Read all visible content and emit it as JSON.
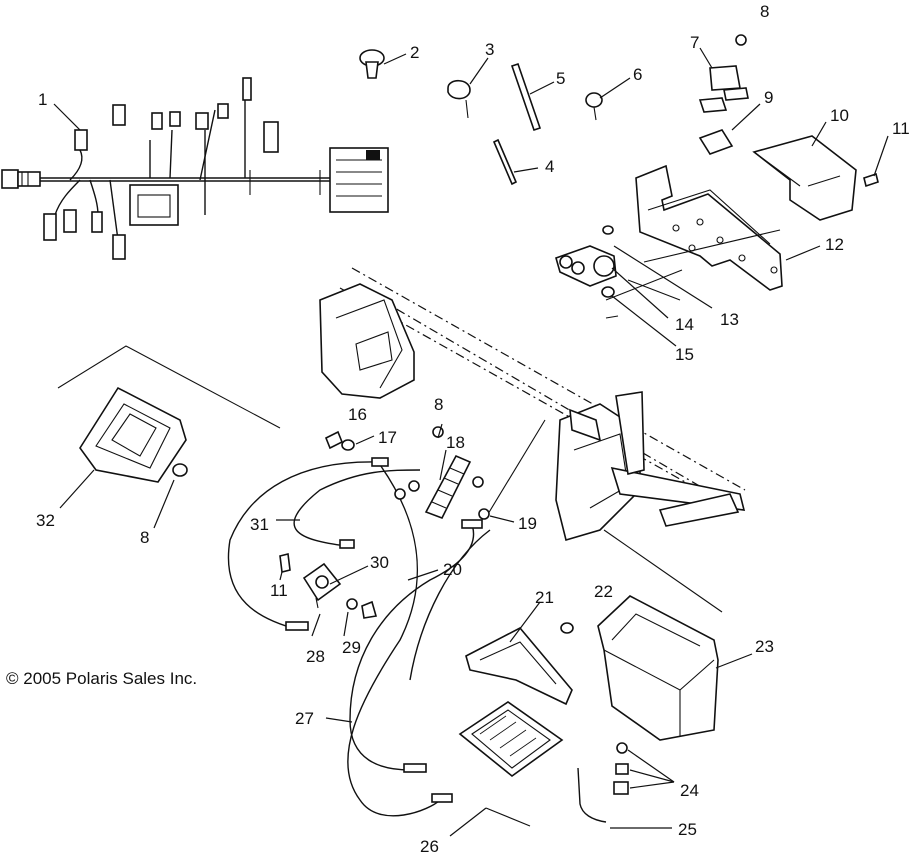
{
  "diagram": {
    "copyright": "© 2005 Polaris Sales Inc.",
    "callouts": [
      "1",
      "2",
      "3",
      "4",
      "5",
      "6",
      "7",
      "8",
      "9",
      "10",
      "11",
      "12",
      "13",
      "14",
      "15",
      "16",
      "17",
      "18",
      "8",
      "19",
      "20",
      "21",
      "22",
      "23",
      "24",
      "25",
      "26",
      "27",
      "28",
      "29",
      "30",
      "31",
      "32",
      "8",
      "11"
    ]
  }
}
